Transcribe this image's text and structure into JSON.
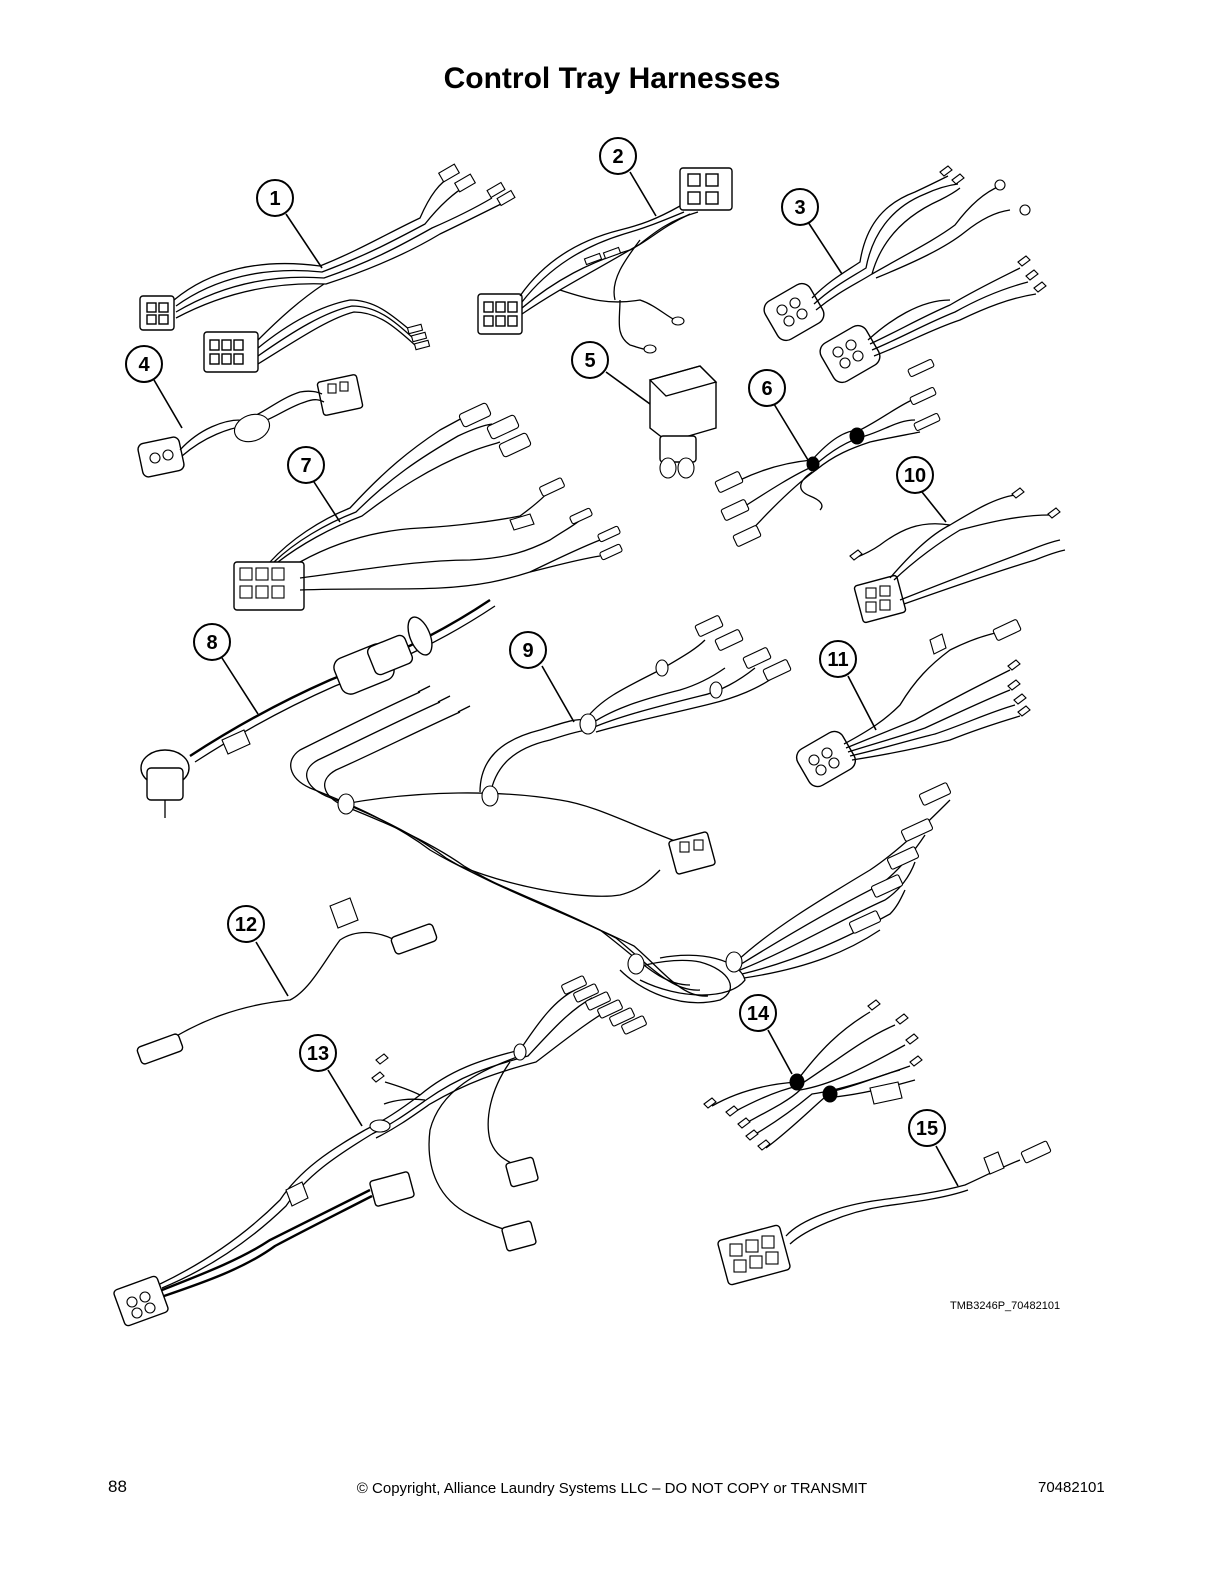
{
  "page": {
    "title": "Control Tray Harnesses",
    "figure_id": "TMB3246P_70482101",
    "footer": {
      "page_number": "88",
      "copyright": "© Copyright, Alliance Laundry Systems LLC – DO NOT COPY or TRANSMIT",
      "document_number": "70482101"
    }
  },
  "callouts": [
    "1",
    "2",
    "3",
    "4",
    "5",
    "6",
    "7",
    "8",
    "9",
    "10",
    "11",
    "12",
    "13",
    "14",
    "15"
  ]
}
